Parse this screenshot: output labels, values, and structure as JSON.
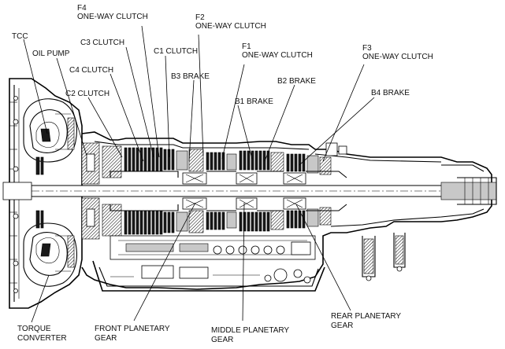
{
  "labels": {
    "f4_line1": "F4",
    "f4_line2": "ONE-WAY CLUTCH",
    "f2_line1": "F2",
    "f2_line2": "ONE-WAY CLUTCH",
    "tcc": "TCC",
    "c3_clutch": "C3 CLUTCH",
    "c1_clutch": "C1 CLUTCH",
    "f1_line1": "F1",
    "f1_line2": "ONE-WAY CLUTCH",
    "f3_line1": "F3",
    "f3_line2": "ONE-WAY CLUTCH",
    "oil_pump": "OIL PUMP",
    "c4_clutch": "C4 CLUTCH",
    "b3_brake": "B3 BRAKE",
    "b2_brake": "B2 BRAKE",
    "c2_clutch": "C2 CLUTCH",
    "b1_brake": "B1 BRAKE",
    "b4_brake": "B4 BRAKE",
    "torque_line1": "TORQUE",
    "torque_line2": "CONVERTER",
    "front_line1": "FRONT PLANETARY",
    "front_line2": "GEAR",
    "middle_line1": "MIDDLE PLANETARY",
    "middle_line2": "GEAR",
    "rear_line1": "REAR PLANETARY",
    "rear_line2": "GEAR"
  }
}
